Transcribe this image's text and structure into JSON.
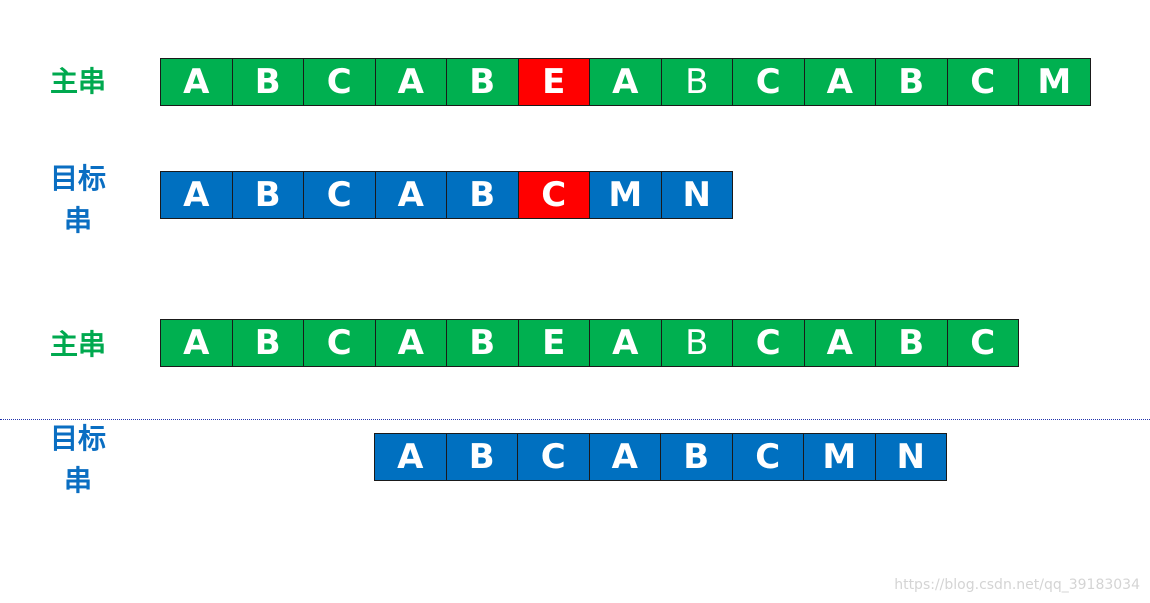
{
  "colors": {
    "main": "#00b050",
    "target": "#0070c0",
    "mismatch": "#ff0000",
    "label_main": "#00a94f",
    "label_target": "#0a6ec2"
  },
  "rows": [
    {
      "label": "主串",
      "kind": "main",
      "cells": [
        {
          "char": "A"
        },
        {
          "char": "B"
        },
        {
          "char": "C"
        },
        {
          "char": "A"
        },
        {
          "char": "B"
        },
        {
          "char": "E",
          "mismatch": true
        },
        {
          "char": "A"
        },
        {
          "char": "B",
          "thin": true
        },
        {
          "char": "C"
        },
        {
          "char": "A"
        },
        {
          "char": "B"
        },
        {
          "char": "C"
        },
        {
          "char": "M"
        }
      ]
    },
    {
      "label": "目标\n串",
      "kind": "target",
      "cells": [
        {
          "char": "A"
        },
        {
          "char": "B"
        },
        {
          "char": "C"
        },
        {
          "char": "A"
        },
        {
          "char": "B"
        },
        {
          "char": "C",
          "mismatch": true
        },
        {
          "char": "M"
        },
        {
          "char": "N"
        }
      ]
    },
    {
      "label": "主串",
      "kind": "main",
      "cells": [
        {
          "char": "A"
        },
        {
          "char": "B"
        },
        {
          "char": "C"
        },
        {
          "char": "A"
        },
        {
          "char": "B"
        },
        {
          "char": "E"
        },
        {
          "char": "A"
        },
        {
          "char": "B",
          "thin": true
        },
        {
          "char": "C"
        },
        {
          "char": "A"
        },
        {
          "char": "B"
        },
        {
          "char": "C"
        }
      ]
    },
    {
      "label": "目标\n串",
      "kind": "target",
      "cells": [
        {
          "char": "A"
        },
        {
          "char": "B"
        },
        {
          "char": "C"
        },
        {
          "char": "A"
        },
        {
          "char": "B"
        },
        {
          "char": "C"
        },
        {
          "char": "M"
        },
        {
          "char": "N"
        }
      ]
    }
  ],
  "watermark": "https://blog.csdn.net/qq_39183034"
}
